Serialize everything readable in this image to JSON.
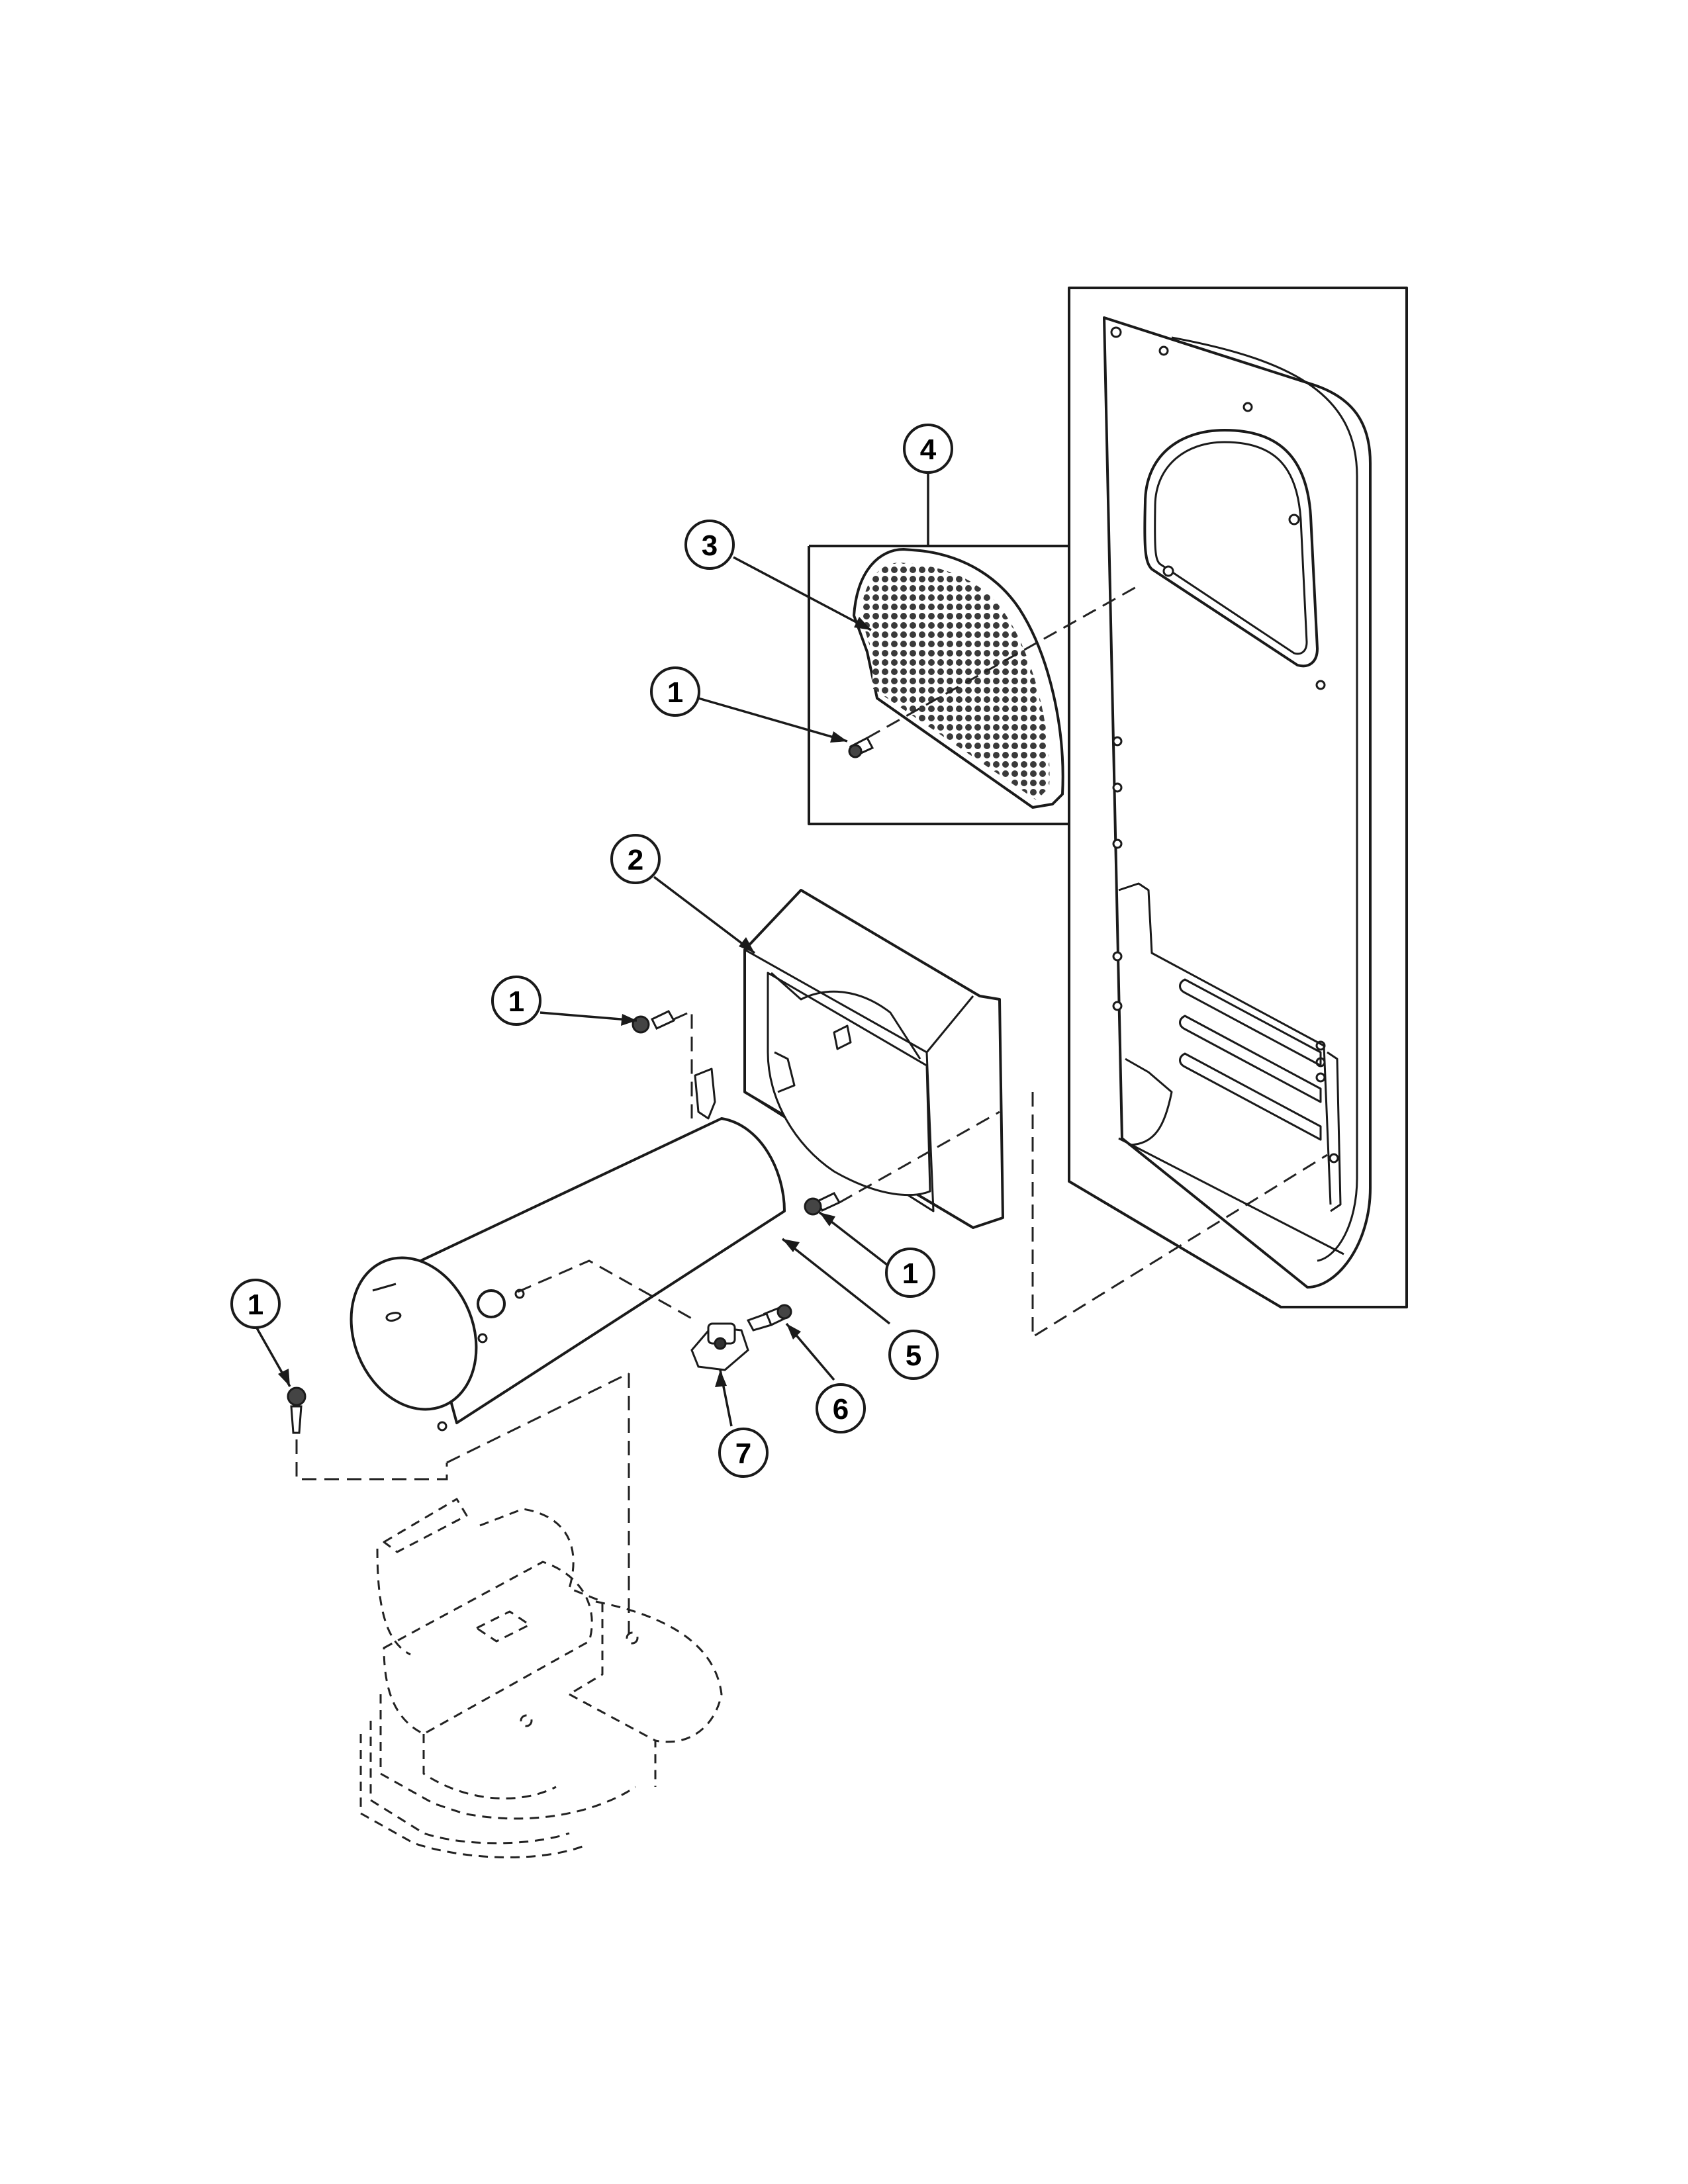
{
  "diagram": {
    "callouts": [
      {
        "id": "c4",
        "number": "4"
      },
      {
        "id": "c3",
        "number": "3"
      },
      {
        "id": "c1a",
        "number": "1"
      },
      {
        "id": "c2",
        "number": "2"
      },
      {
        "id": "c1b",
        "number": "1"
      },
      {
        "id": "c1c",
        "number": "1"
      },
      {
        "id": "c1d",
        "number": "1"
      },
      {
        "id": "c5",
        "number": "5"
      },
      {
        "id": "c6",
        "number": "6"
      },
      {
        "id": "c7",
        "number": "7"
      }
    ]
  },
  "colors": {
    "line": "#1a1a1a",
    "dashed": "#222222",
    "fill": "#ffffff",
    "screen": "#3a3a3a"
  }
}
